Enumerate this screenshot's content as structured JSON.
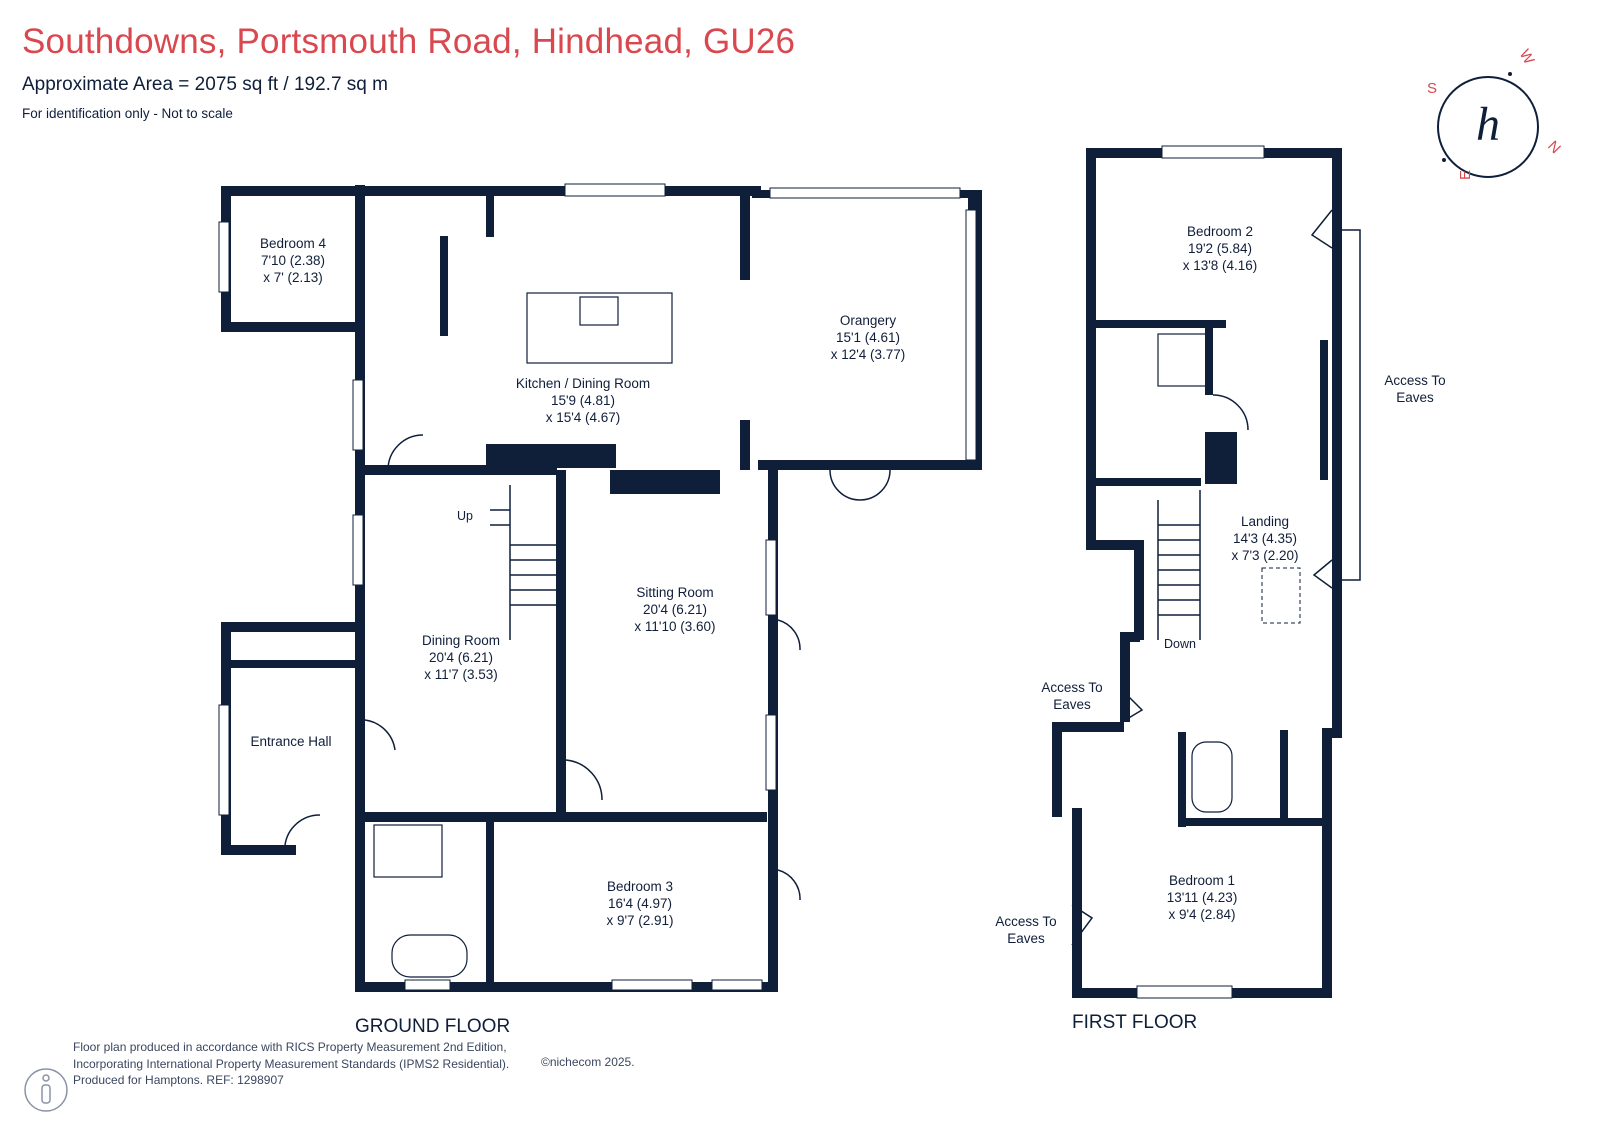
{
  "header": {
    "title": "Southdowns, Portsmouth Road, Hindhead, GU26",
    "area": "Approximate Area = 2075 sq ft / 192.7 sq m",
    "note": "For identification only - Not to scale"
  },
  "compass": {
    "letters": [
      "S",
      "W",
      "N",
      "E"
    ],
    "logo_letter": "h"
  },
  "ground_floor": {
    "label": "GROUND FLOOR",
    "rooms": {
      "bedroom4": [
        "Bedroom 4",
        "7'10 (2.38)",
        "x 7' (2.13)"
      ],
      "kitchen": [
        "Kitchen / Dining Room",
        "15'9 (4.81)",
        "x 15'4 (4.67)"
      ],
      "orangery": [
        "Orangery",
        "15'1 (4.61)",
        "x 12'4 (3.77)"
      ],
      "dining": [
        "Dining Room",
        "20'4 (6.21)",
        "x 11'7 (3.53)"
      ],
      "sitting": [
        "Sitting Room",
        "20'4 (6.21)",
        "x 11'10 (3.60)"
      ],
      "entrance": [
        "Entrance Hall"
      ],
      "bedroom3": [
        "Bedroom 3",
        "16'4 (4.97)",
        "x 9'7 (2.91)"
      ]
    },
    "stairs_label": "Up"
  },
  "first_floor": {
    "label": "FIRST FLOOR",
    "rooms": {
      "bedroom2": [
        "Bedroom 2",
        "19'2 (5.84)",
        "x 13'8 (4.16)"
      ],
      "landing": [
        "Landing",
        "14'3 (4.35)",
        "x 7'3 (2.20)"
      ],
      "bedroom1": [
        "Bedroom 1",
        "13'11 (4.23)",
        "x 9'4 (2.84)"
      ]
    },
    "stairs_label": "Down",
    "eaves_right": [
      "Access To",
      "Eaves"
    ],
    "eaves_mid": [
      "Access To",
      "Eaves"
    ],
    "eaves_low": [
      "Access To",
      "Eaves"
    ]
  },
  "footer": {
    "line1": "Floor plan produced in accordance with RICS Property Measurement 2nd Edition,",
    "line2": "Incorporating International Property Measurement Standards (IPMS2 Residential).",
    "line3": "Produced for Hamptons.   REF:  1298907",
    "copyright": "©nichecom 2025."
  },
  "colors": {
    "title": "#d9474f",
    "walls": "#0f1f3a",
    "text": "#101e3a"
  }
}
